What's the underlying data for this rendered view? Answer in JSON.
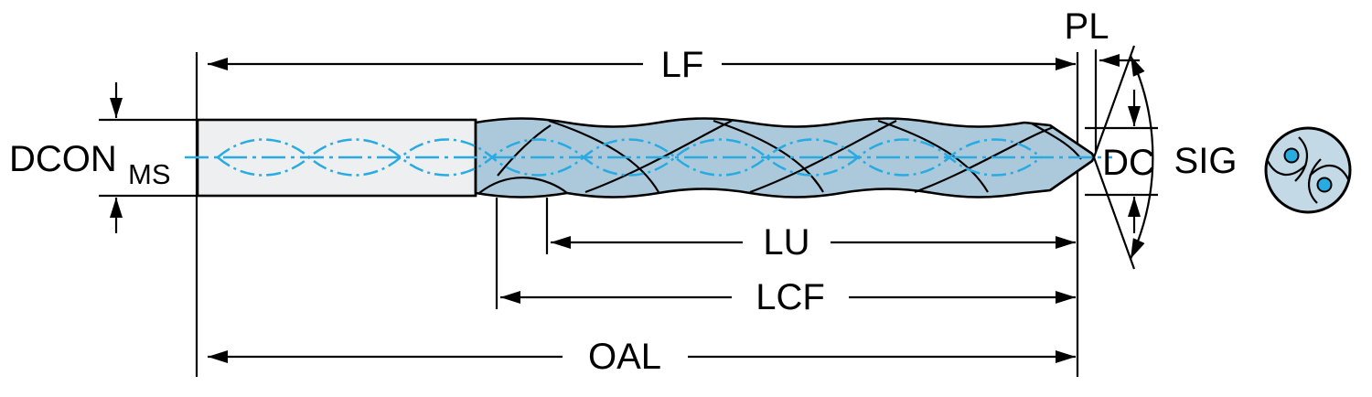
{
  "diagram": {
    "type": "technical-dimension-drawing",
    "subject": "twist-drill with coolant channels, side view and end view",
    "labels": {
      "lf": "LF",
      "pl": "PL",
      "dcon": "DCON",
      "dcon_sub": "MS",
      "dc": "DC",
      "sig": "SIG",
      "lu": "LU",
      "lcf": "LCF",
      "oal": "OAL"
    },
    "colors": {
      "line": "#000000",
      "accent_blue": "#29abe2",
      "shank_fill": "#edeff0",
      "flute_fill": "#abc9db",
      "end_view_fill": "#c3d9e6",
      "background": "#ffffff"
    }
  }
}
